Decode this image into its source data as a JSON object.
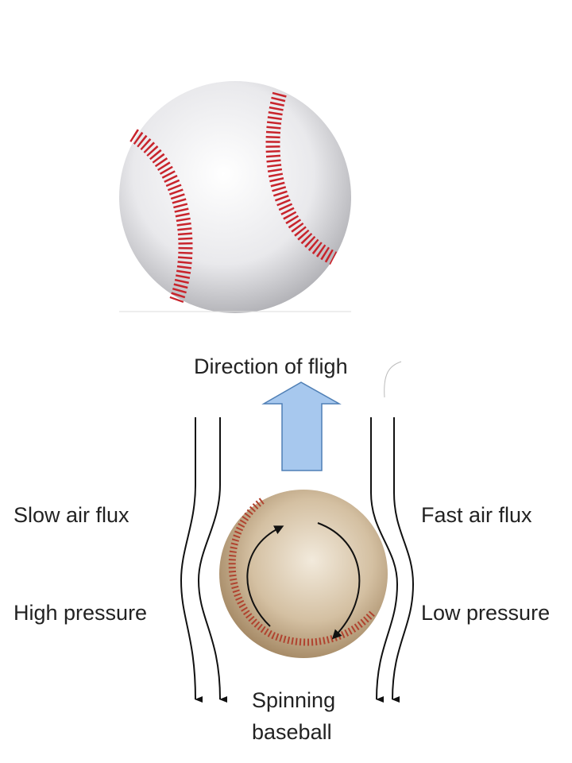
{
  "diagram": {
    "title": "Direction of fligh",
    "left_labels": [
      "Slow air flux",
      "High pressure"
    ],
    "right_labels": [
      "Fast air flux",
      "Low pressure"
    ],
    "ball_caption_line1": "Spinning",
    "ball_caption_line2": "baseball",
    "colors": {
      "arrow_fill": "#a7c8ee",
      "arrow_stroke": "#4f7fb5",
      "stitch": "#c8242c",
      "ball_leather": "#cdb89a"
    }
  }
}
